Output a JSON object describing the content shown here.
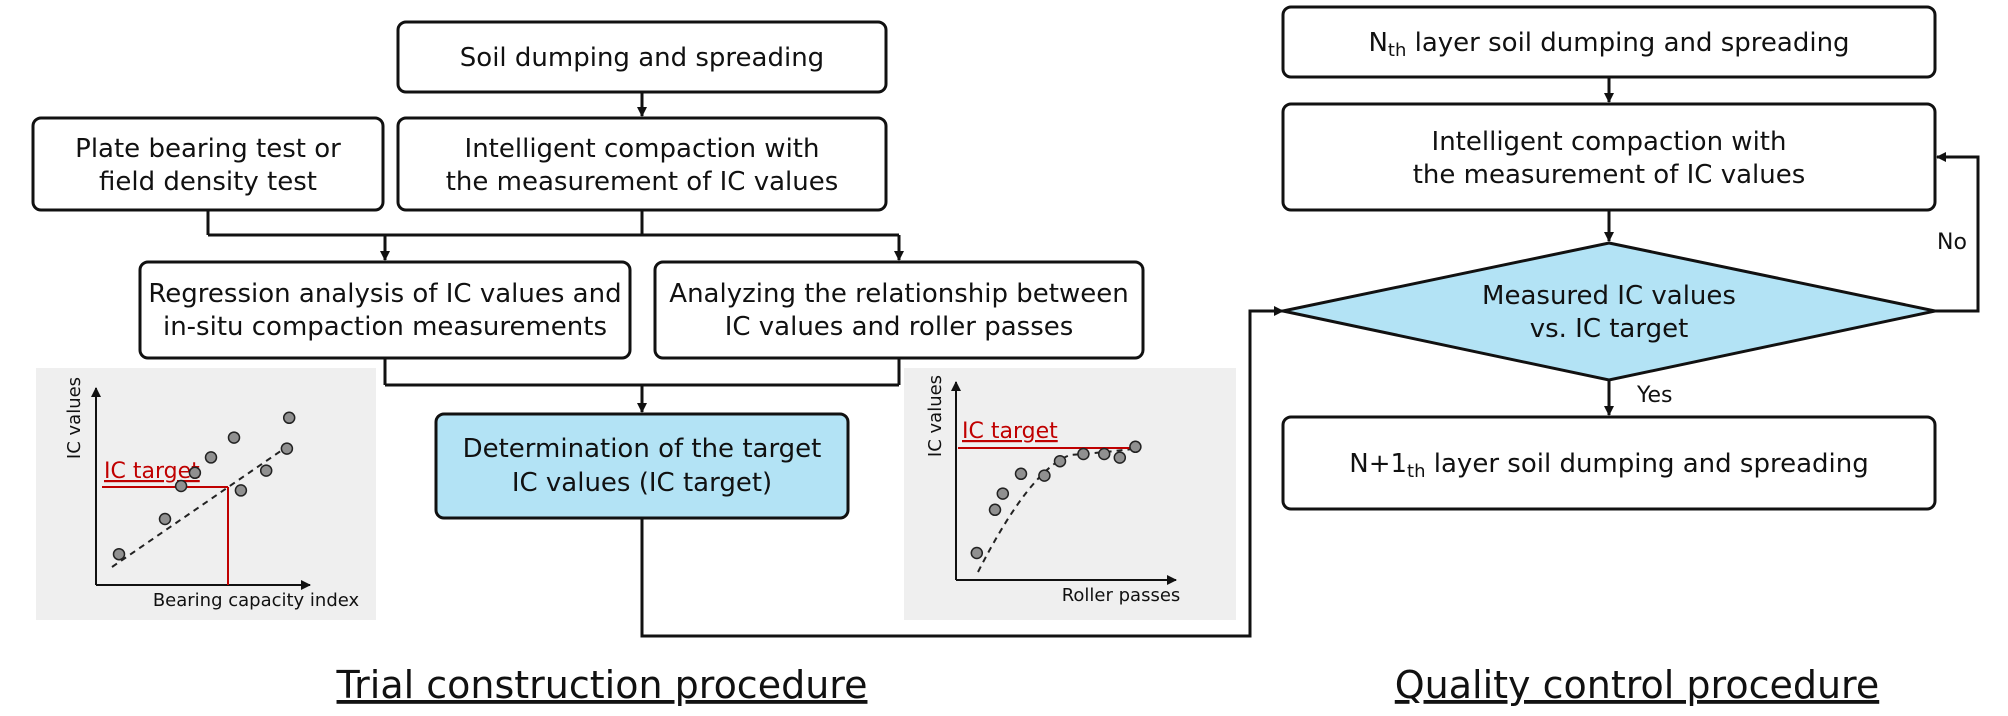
{
  "trial": {
    "soil": "Soil dumping and spreading",
    "plate": [
      "Plate bearing test or",
      "field density test"
    ],
    "ic": [
      "Intelligent compaction with",
      "the measurement of IC values"
    ],
    "regression": [
      "Regression analysis of IC values and",
      "in-situ compaction measurements"
    ],
    "analyzing": [
      "Analyzing the relationship between",
      "IC values and roller passes"
    ],
    "target": [
      "Determination of the target",
      "IC values (IC target)"
    ]
  },
  "chart_left": {
    "ylabel": "IC values",
    "xlabel": "Bearing capacity index",
    "target_label": "IC target"
  },
  "chart_right": {
    "ylabel": "IC values",
    "xlabel": "Roller passes",
    "target_label": "IC target"
  },
  "qc": {
    "nth": {
      "a": "N",
      "b": "th",
      "c": " layer soil dumping and spreading"
    },
    "ic": [
      "Intelligent compaction with",
      "the measurement of IC values"
    ],
    "decision": [
      "Measured IC values",
      "vs. IC target"
    ],
    "no": "No",
    "yes": "Yes",
    "next": {
      "a": "N+1",
      "b": "th",
      "c": " layer soil dumping and spreading"
    }
  },
  "titles": {
    "trial": "Trial construction procedure",
    "qc": "Quality control procedure"
  },
  "chart_data": [
    {
      "type": "scatter",
      "xlabel": "Bearing capacity index",
      "ylabel": "IC values",
      "annotations": [
        "IC target"
      ],
      "points": [
        [
          1,
          1.4
        ],
        [
          3,
          3.0
        ],
        [
          3.7,
          4.5
        ],
        [
          4.3,
          5.1
        ],
        [
          5.0,
          5.8
        ],
        [
          6.0,
          6.7
        ],
        [
          6.3,
          4.3
        ],
        [
          7.4,
          5.2
        ],
        [
          8.3,
          6.2
        ],
        [
          8.4,
          7.6
        ]
      ]
    },
    {
      "type": "scatter",
      "xlabel": "Roller passes",
      "ylabel": "IC values",
      "annotations": [
        "IC target"
      ],
      "points": [
        [
          0.8,
          1.5
        ],
        [
          1.5,
          3.9
        ],
        [
          1.8,
          4.8
        ],
        [
          2.5,
          5.9
        ],
        [
          3.4,
          5.8
        ],
        [
          4.0,
          6.6
        ],
        [
          4.9,
          7.0
        ],
        [
          5.7,
          7.0
        ],
        [
          6.3,
          6.8
        ],
        [
          6.9,
          7.4
        ]
      ]
    }
  ]
}
